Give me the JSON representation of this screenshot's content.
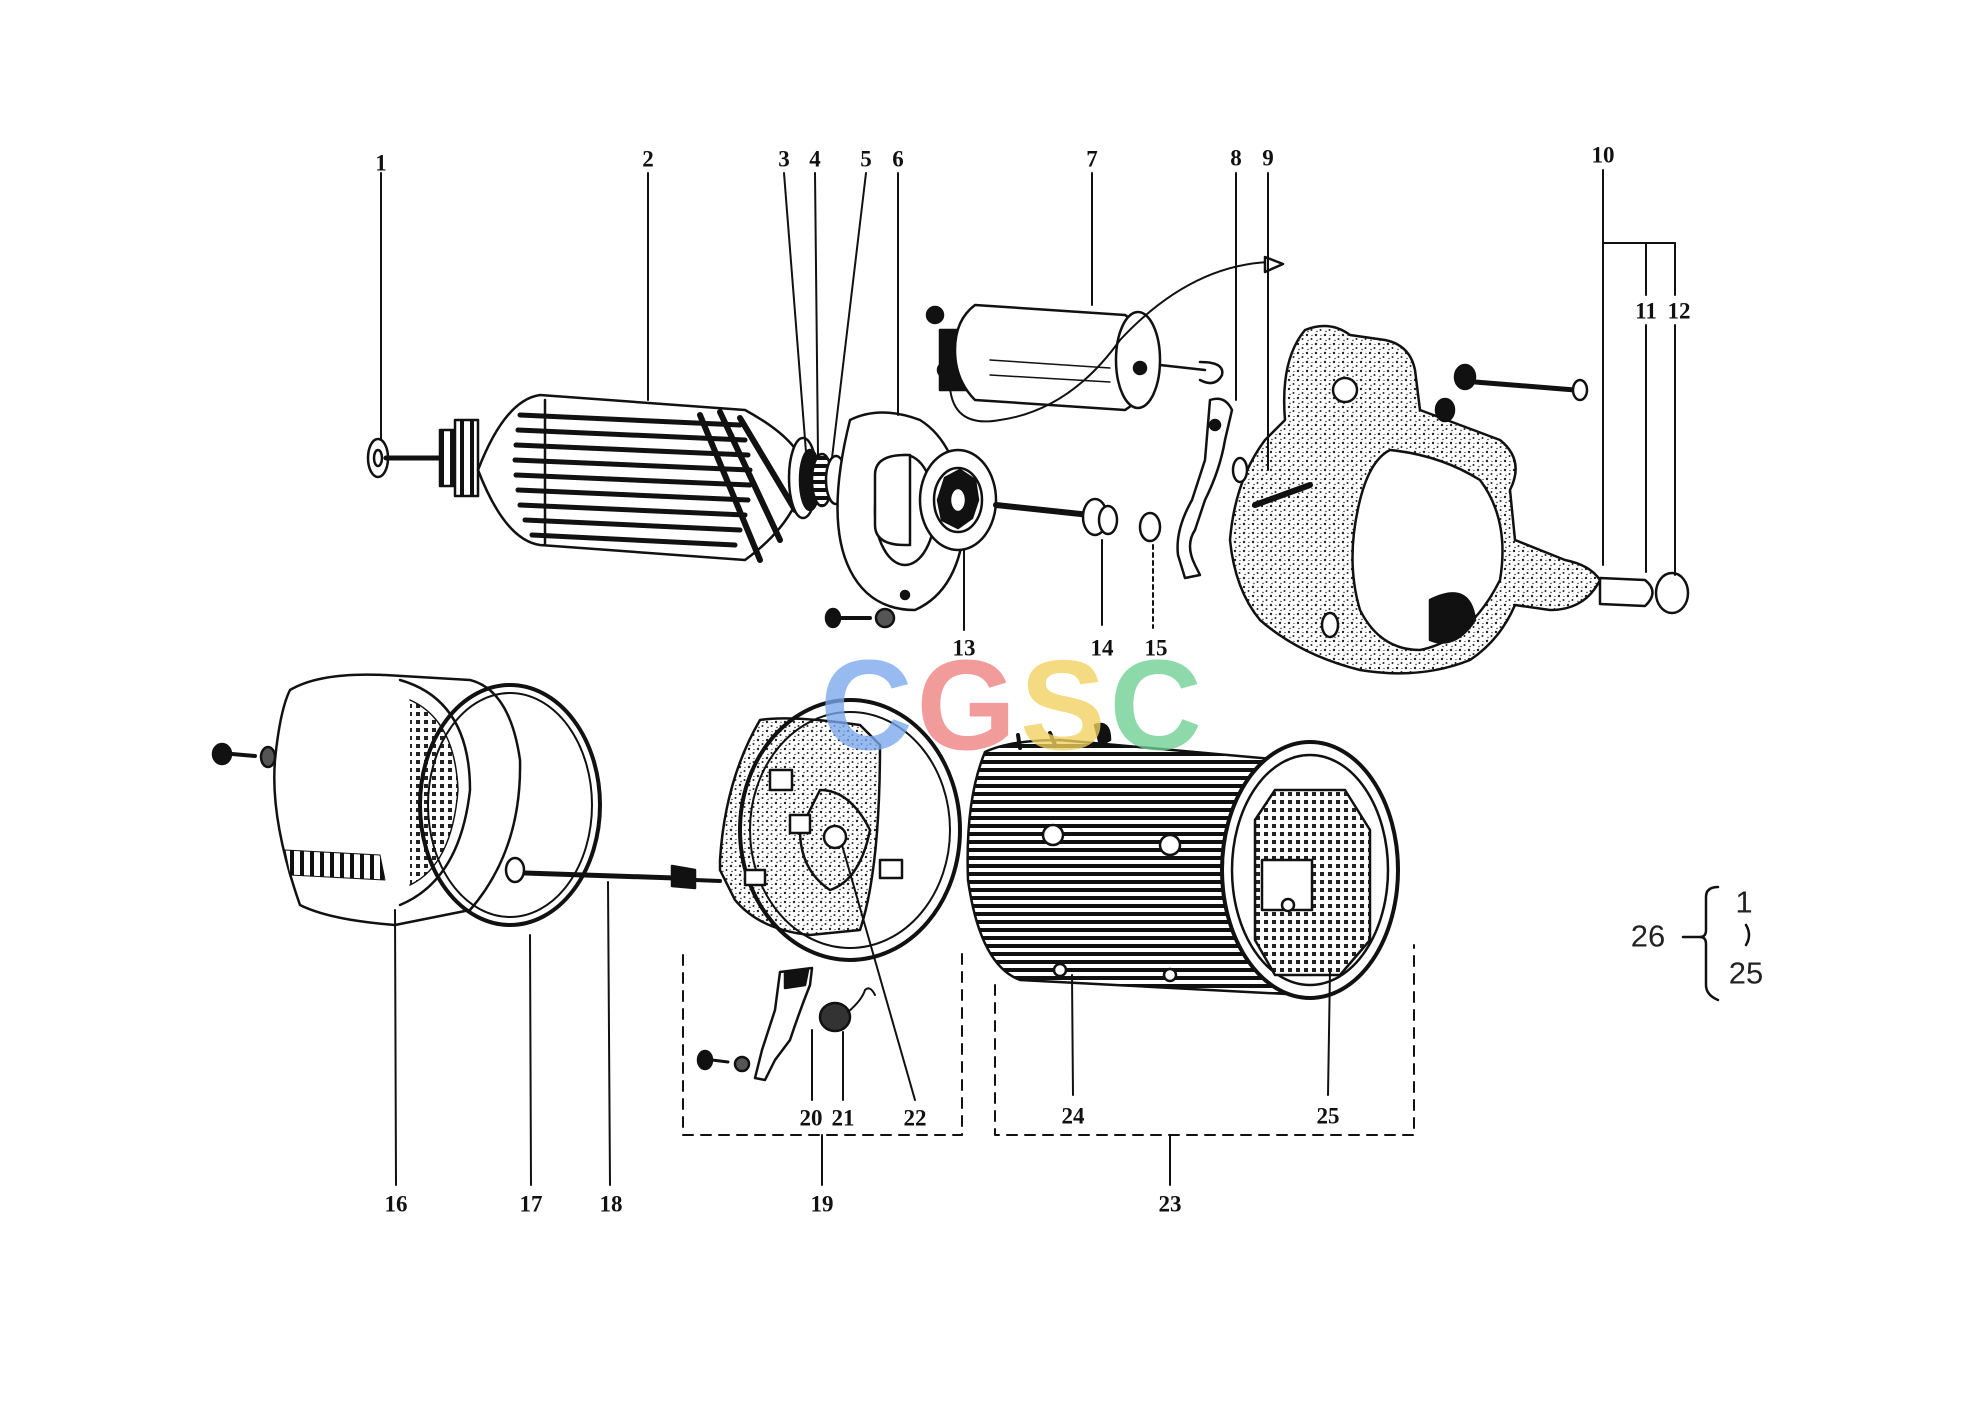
{
  "watermark": {
    "letters": [
      "C",
      "G",
      "S",
      "C"
    ],
    "colors": [
      "#7aa7ee",
      "#ee8080",
      "#f2d15e",
      "#6fcf92"
    ]
  },
  "callouts": {
    "n1": "1",
    "n2": "2",
    "n3": "3",
    "n4": "4",
    "n5": "5",
    "n6": "6",
    "n7": "7",
    "n8": "8",
    "n9": "9",
    "n10": "10",
    "n11": "11",
    "n12": "12",
    "n13": "13",
    "n14": "14",
    "n15": "15",
    "n16": "16",
    "n17": "17",
    "n18": "18",
    "n19": "19",
    "n20": "20",
    "n21": "21",
    "n22": "22",
    "n23": "23",
    "n24": "24",
    "n25": "25"
  },
  "kit_note": {
    "label": "26",
    "top": "1",
    "bottom": "25"
  },
  "colors": {
    "ink": "#111111",
    "background": "#ffffff"
  }
}
